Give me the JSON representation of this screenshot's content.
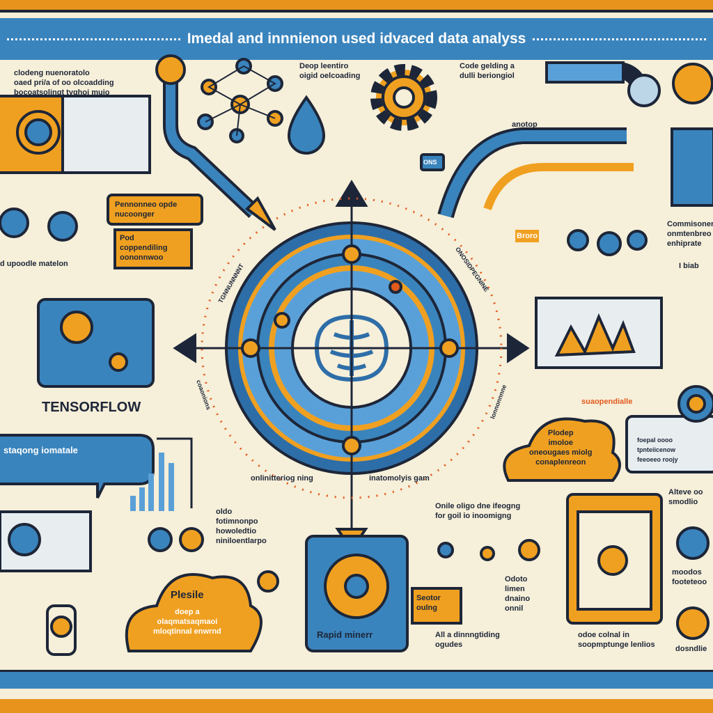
{
  "title": "Imedal and innnienon used idvaced data analyss",
  "colors": {
    "background": "#f6efd9",
    "blue": "#3a84bd",
    "orange": "#f0a020",
    "navy": "#1d2638"
  },
  "labels": {
    "top_left": "clodeng nuenoratolo\noaed pri/a of oo olcoadding\nbocoatsolingt tyghoi muio",
    "deep_learning": "Deop leentiro\noigid oelcoading",
    "code_building": "Code gelding a\ndulli beriongiol",
    "anotop": "anotop",
    "ons": "ONS",
    "pennonneo": "Pennonneo opde\nnucoonger",
    "pod": "Pod\ncoppendiling\noononnwoo",
    "upoodle": "d upoodle matelon",
    "tensorflow": "TENSORFLOW",
    "staqong": "staqong iomatale",
    "commisoner": "Commisoner\nonmtenbreo\nenhiprate",
    "biab": "I biab",
    "brand_tag": "Broro",
    "suaopendialle": "suaopendialle",
    "plodep": "Plodep\nimoloe\noneougaes miolg\nconaplenreon",
    "foepal": "foepal oooo\ntpnteiicenow\nfeeoeeo roojy",
    "plesile_title": "Plesile",
    "plesile_body": "doep a\nolaqmatsaqmaoi\nmloqtinnal enwrnd",
    "rapid_miner": "Rapid minerr",
    "onile": "Onile oligo dne ifeogng\nfor goil io inoomigng",
    "oldo": "oldo\nfotimnonpo\nhowoledtio\nniniloentlarpo",
    "ring_left": "onlinitteriog ning",
    "ring_right": "inatomolyis gam",
    "ring_top_left": "TGNNUNNNNT",
    "ring_top_right": "ONOSIDPEGNINE",
    "ring_side_left": "coaonions",
    "ring_side_right": "lonnonnnne",
    "odoto": "Odoto\nlimen\ndnaino\nonnil",
    "seotor": "Seotor\noulng",
    "all_a": "All a dinnngtiding\nogudes",
    "odoe": "odoe colnal in\nsoopmptunge lenlios",
    "alteve": "Alteve oo\nsmodlio",
    "moodos": "moodos\nfooteteoo",
    "dosndlie": "dosndlie"
  },
  "icons": [
    "brain-icon",
    "gear-icon",
    "network-icon",
    "water-drop-icon",
    "lightbulb-icon",
    "cloud-icon",
    "monitor-chart-icon",
    "clipboard-icon",
    "pipe-icon",
    "bar-chart-icon"
  ]
}
